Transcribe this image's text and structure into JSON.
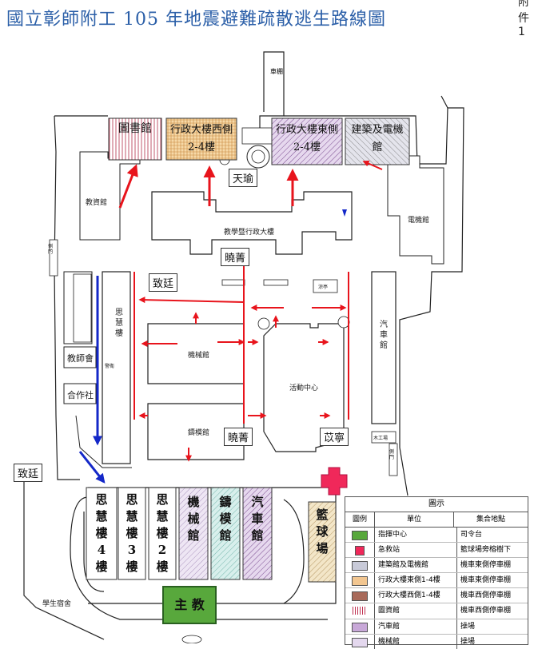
{
  "title": "國立彰師附工 105 年地震避難疏散逃生路線圖",
  "corner_mark": "附件 1",
  "buildings": {
    "library": "圖書館",
    "admin_west": "行政大樓西側 2-4樓",
    "admin_east": "行政大樓東側 2-4樓",
    "arch_elec": "建築及電機館",
    "teaching_admin": "教學暨行政大樓",
    "info": "教資館",
    "electrical": "電機館",
    "sihui": "思慧樓",
    "teacher": "教師會",
    "coop": "合作社",
    "machine": "機械館",
    "activity": "活動中心",
    "auto": "汽車館",
    "casting": "鑄模館",
    "parking": "車棚",
    "gate": "側門",
    "gate2": "側門",
    "dorm": "學生宿舍",
    "small1": "涼亭",
    "small2": "木工場",
    "small3": "警衛"
  },
  "callouts": {
    "tianyu": "天瑜",
    "xiaojing_top": "曉菁",
    "zhiting_top": "致廷",
    "xiaojing_bottom": "曉菁",
    "yining": "苡寧",
    "zhiting_bottom": "致廷"
  },
  "assembly": {
    "sihui4": "思慧樓4樓",
    "sihui3": "思慧樓3樓",
    "sihui2": "思慧樓2樓",
    "machine": "機械館",
    "casting": "鑄模館",
    "auto": "汽車館",
    "basketball": "籃球場",
    "command": "主 教"
  },
  "legend": {
    "title": "圖示",
    "headers": [
      "圖例",
      "單位",
      "集合地點"
    ],
    "rows": [
      {
        "unit": "指揮中心",
        "place": "司令台",
        "swatch": "command"
      },
      {
        "unit": "急救站",
        "place": "籃球場旁榕樹下",
        "swatch": "aid"
      },
      {
        "unit": "建築館及電機館",
        "place": "機車東側停車棚",
        "swatch": "gray"
      },
      {
        "unit": "行政大樓東側1-4樓",
        "place": "機車東側停車棚",
        "swatch": "orange"
      },
      {
        "unit": "行政大樓西側1-4樓",
        "place": "機車西側停車棚",
        "swatch": "brown"
      },
      {
        "unit": "圖資館",
        "place": "機車西側停車棚",
        "swatch": "lines"
      },
      {
        "unit": "汽車館",
        "place": "操場",
        "swatch": "purple"
      },
      {
        "unit": "機械館",
        "place": "操場",
        "swatch": "lavender"
      }
    ]
  },
  "colors": {
    "route_red": "#e8141c",
    "route_blue": "#1428c8",
    "command_green": "#58a83c",
    "aid_pink": "#f0285a",
    "title_blue": "#2b5fa8"
  }
}
